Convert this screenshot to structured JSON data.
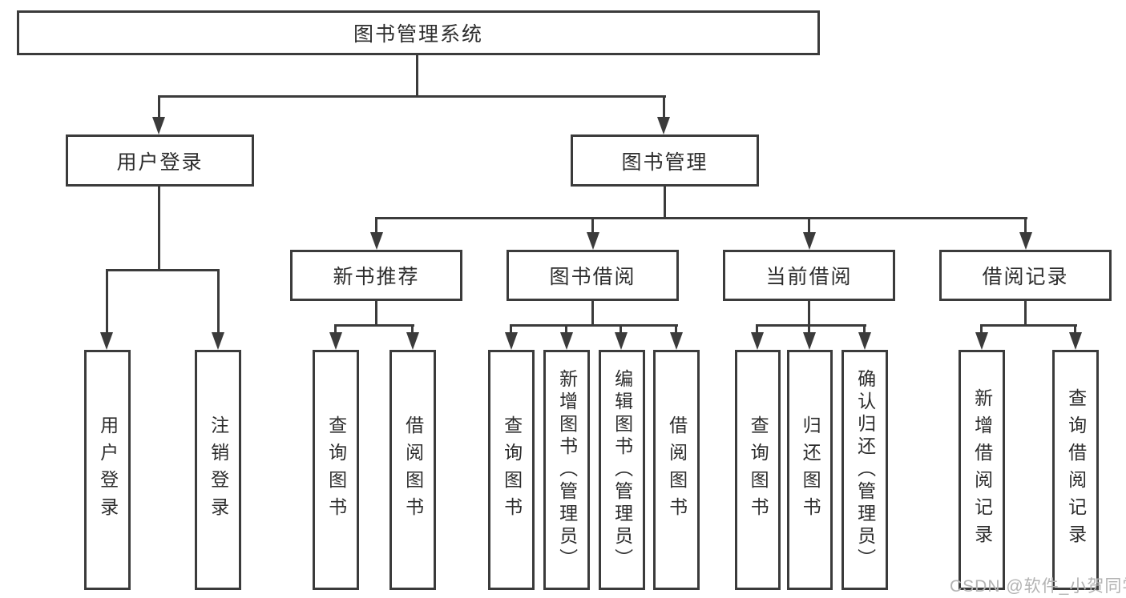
{
  "tree": {
    "label": "图书管理系统",
    "children": [
      {
        "label": "用户登录",
        "children": [
          {
            "label": "用户登录"
          },
          {
            "label": "注销登录"
          }
        ]
      },
      {
        "label": "图书管理",
        "children": [
          {
            "label": "新书推荐",
            "children": [
              {
                "label": "查询图书"
              },
              {
                "label": "借阅图书"
              }
            ]
          },
          {
            "label": "图书借阅",
            "children": [
              {
                "label": "查询图书"
              },
              {
                "label": "新增图书（管理员）"
              },
              {
                "label": "编辑图书（管理员）"
              },
              {
                "label": "借阅图书"
              }
            ]
          },
          {
            "label": "当前借阅",
            "children": [
              {
                "label": "查询图书"
              },
              {
                "label": "归还图书"
              },
              {
                "label": "确认归还（管理员）"
              }
            ]
          },
          {
            "label": "借阅记录",
            "children": [
              {
                "label": "新增借阅记录"
              },
              {
                "label": "查询借阅记录"
              }
            ]
          }
        ]
      }
    ]
  },
  "watermark": {
    "label": "CSDN @软件_小贺同学"
  },
  "colors": {
    "line": "#3b3b3b",
    "text": "#2d2d2d",
    "background": "#ffffff",
    "watermark": "#b3b3b3"
  }
}
